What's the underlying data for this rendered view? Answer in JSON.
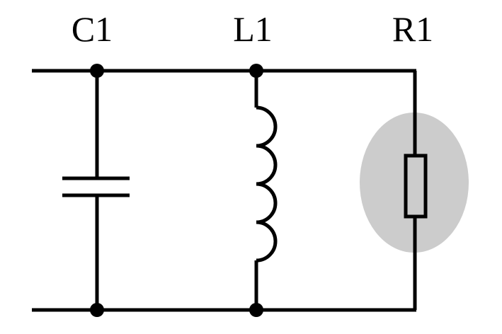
{
  "components": {
    "capacitor": {
      "label": "C1"
    },
    "inductor": {
      "label": "L1"
    },
    "resistor": {
      "label": "R1",
      "highlighted": true
    }
  },
  "colors": {
    "wire": "#000000",
    "highlight": "#cccccc",
    "background": "#ffffff"
  }
}
